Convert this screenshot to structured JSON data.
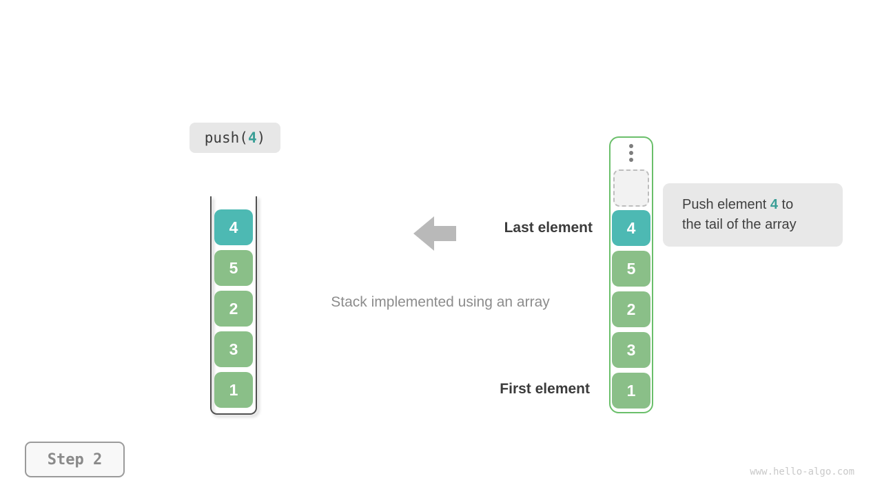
{
  "page": {
    "watermark": "www.hello-algo.com"
  },
  "colors": {
    "highlight_teal": "#4db9b3",
    "element_green": "#8abf88",
    "teal_text": "#3a9e96",
    "container_border_green": "#6abf6a",
    "annotation_bg": "#e8e8e8",
    "dark_text": "#3b3b3b",
    "muted_text": "#8c8c8c"
  },
  "operation": {
    "prefix": "push(",
    "value": "4",
    "suffix": ")"
  },
  "left_stack": {
    "items": [
      "4",
      "5",
      "2",
      "3",
      "1"
    ],
    "highlight_index": 0
  },
  "right_stack": {
    "items": [
      "4",
      "5",
      "2",
      "3",
      "1"
    ],
    "highlight_index": 0
  },
  "labels": {
    "last_element": "Last element",
    "first_element": "First element",
    "caption": "Stack implemented using an array"
  },
  "annotation": {
    "line1_prefix": "Push element ",
    "line1_value": "4",
    "line1_suffix": " to",
    "line2": "the tail of the array"
  },
  "step": {
    "label": "Step 2"
  }
}
